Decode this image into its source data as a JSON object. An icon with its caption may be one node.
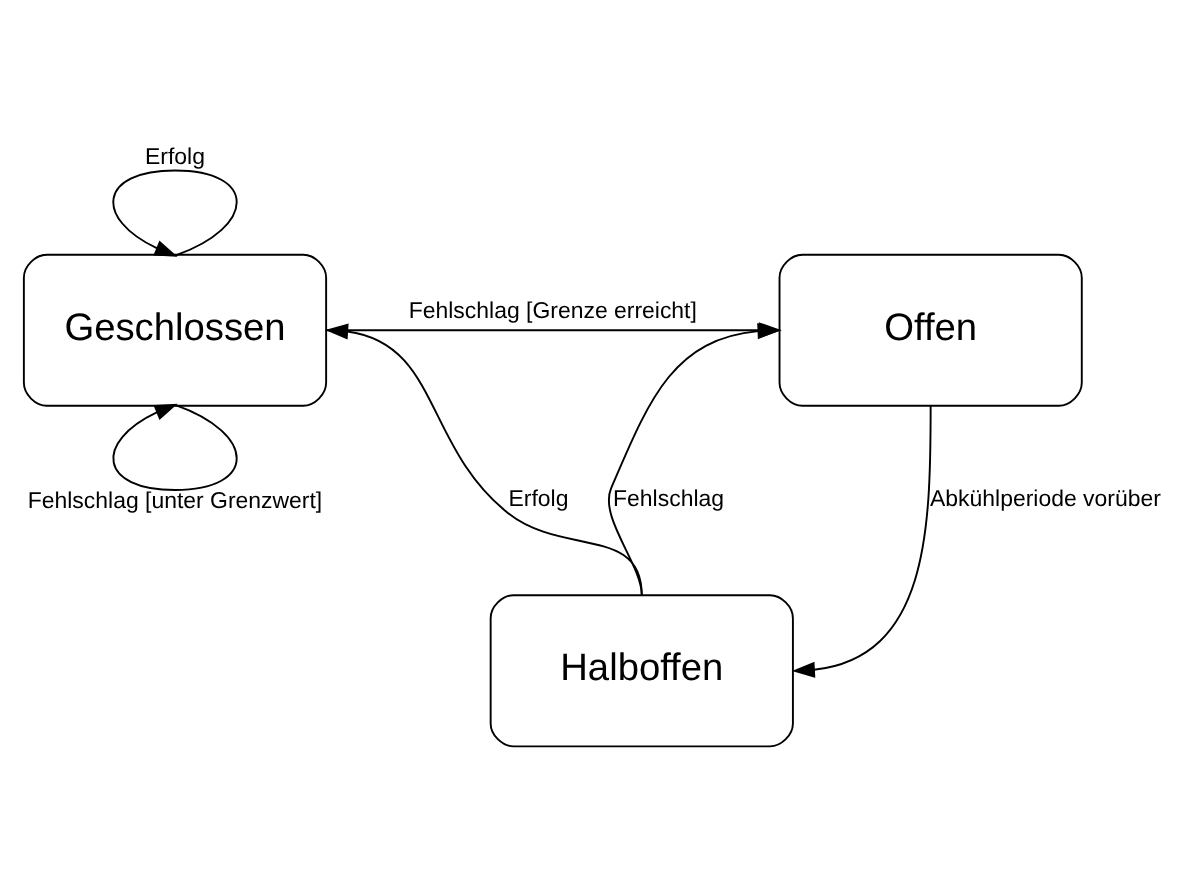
{
  "diagram": {
    "nodes": [
      {
        "text": [
          "Geschlossen"
        ]
      },
      {
        "text": [
          "Offen"
        ]
      },
      {
        "text": [
          "Halboffen"
        ]
      }
    ],
    "edges": [
      {
        "from": 0,
        "to": 0,
        "arrow": "to",
        "label": "Erfolg"
      },
      {
        "from": 0,
        "to": 0,
        "arrow": "to",
        "label": "Fehlschlag [unter Grenzwert]"
      },
      {
        "from": 0,
        "to": 1,
        "arrow": "to",
        "label": "Fehlschlag [Grenze erreicht]"
      },
      {
        "from": 2,
        "to": 0,
        "arrow": "to",
        "label": "Erfolg"
      },
      {
        "from": 2,
        "to": 1,
        "arrow": "to",
        "label": "Fehlschlag"
      },
      {
        "from": 1,
        "to": 2,
        "arrow": "to",
        "label": "Abkühlperiode vorüber"
      }
    ]
  }
}
